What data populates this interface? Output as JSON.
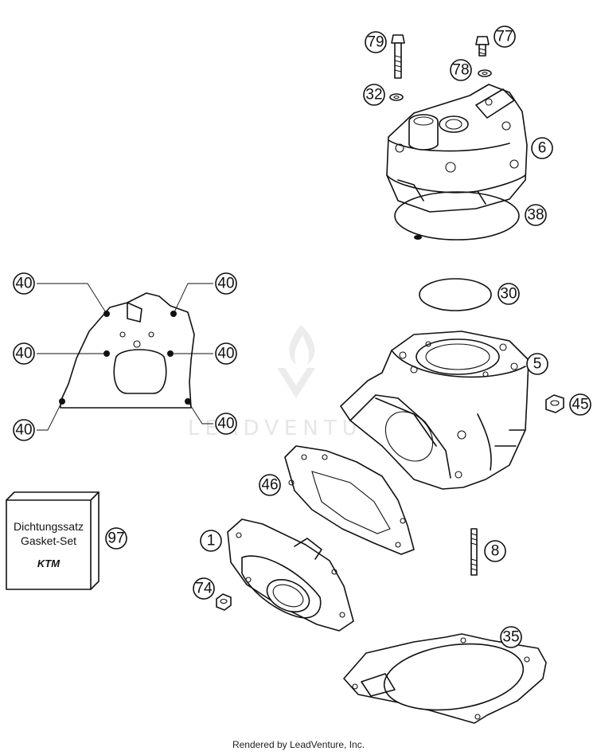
{
  "callouts": [
    {
      "id": "79",
      "label": "79"
    },
    {
      "id": "77",
      "label": "77"
    },
    {
      "id": "78",
      "label": "78"
    },
    {
      "id": "32",
      "label": "32"
    },
    {
      "id": "6",
      "label": "6"
    },
    {
      "id": "38",
      "label": "38"
    },
    {
      "id": "30",
      "label": "30"
    },
    {
      "id": "5",
      "label": "5"
    },
    {
      "id": "45",
      "label": "45"
    },
    {
      "id": "46",
      "label": "46"
    },
    {
      "id": "1",
      "label": "1"
    },
    {
      "id": "74",
      "label": "74"
    },
    {
      "id": "8",
      "label": "8"
    },
    {
      "id": "35",
      "label": "35"
    },
    {
      "id": "97",
      "label": "97"
    },
    {
      "id": "40",
      "label": "40"
    }
  ],
  "gasket_set": {
    "line1": "Dichtungssatz",
    "line2": "Gasket-Set",
    "logo": "KTM"
  },
  "watermark": {
    "text": "LEADVENTURE"
  },
  "footer": {
    "text": "Rendered by LeadVenture, Inc."
  }
}
